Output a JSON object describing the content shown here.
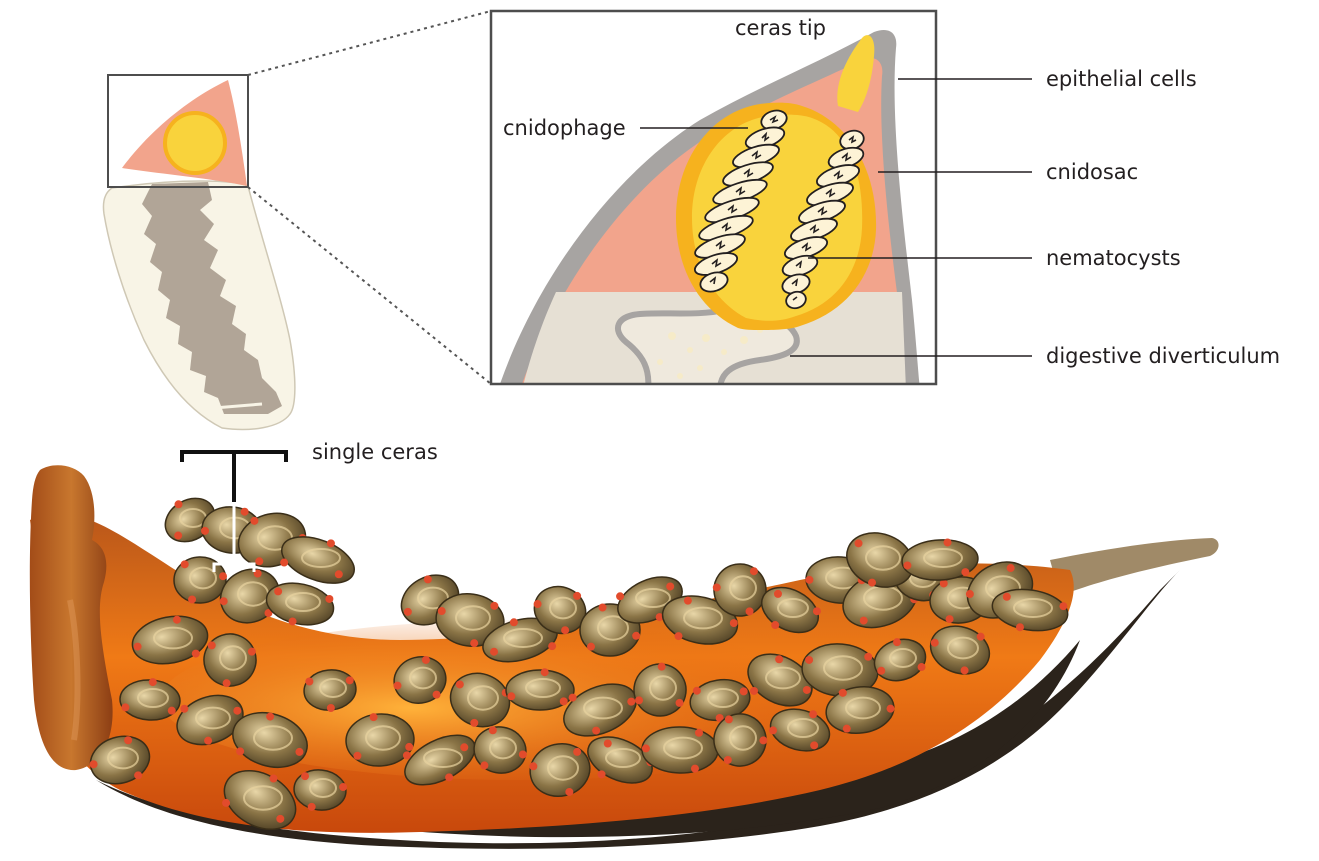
{
  "labels": {
    "ceras_tip": "ceras tip",
    "cnidophage": "cnidophage",
    "epithelial_cells": "epithelial cells",
    "cnidosac": "cnidosac",
    "nematocysts": "nematocysts",
    "digestive_diverticulum": "digestive diverticulum",
    "single_ceras": "single ceras"
  },
  "colors": {
    "epithelium_gray": "#a7a4a2",
    "salmon_tissue": "#f2a48c",
    "cnidosac_orange": "#f6b21e",
    "cnidophage_yellow": "#f9d33c",
    "diverticulum_beige": "#e6e0d4",
    "ceras_cream": "#f8f4e6",
    "gut_taupe": "#b1a597",
    "body_orange": "#e86a12",
    "body_dark": "#2b231b",
    "cerata_brown": "#5b4a2a",
    "cerata_tip_red": "#e24b2c",
    "ink": "#231f20"
  },
  "icons": [
    "ceras-schematic",
    "cnidosac-detail-diagram",
    "nudibranch-photo",
    "scale-bracket"
  ]
}
